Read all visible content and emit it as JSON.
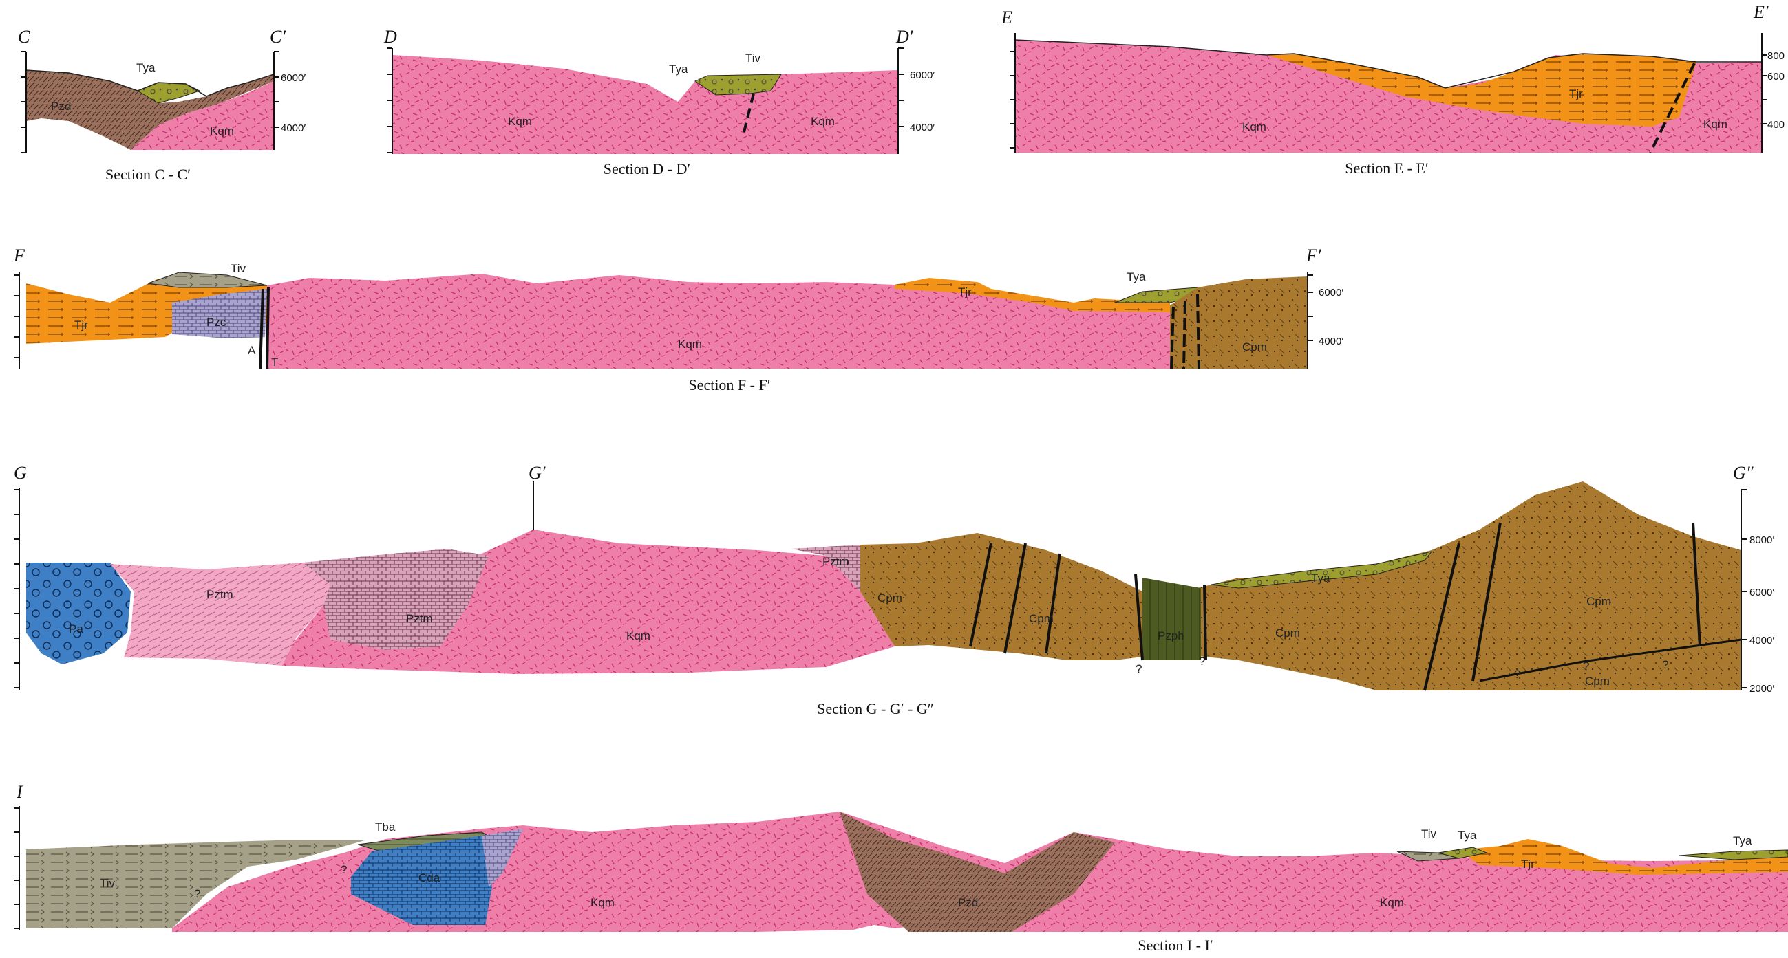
{
  "colors": {
    "Kqm": "#ee7fa9",
    "Pzd": "#9a6f5c",
    "Tya": "#9d9f2e",
    "Tiv": "#a5a088",
    "Tjr": "#f29318",
    "Cpm": "#a8792e",
    "Pzc1": "#a9a3cf",
    "Pztm": "#f2a8c4",
    "Pa": "#3f7fc5",
    "Cda": "#3f7fc5",
    "Pzph": "#4d5a22",
    "Tba": "#7d8a5c"
  },
  "sectionC": {
    "left_end": "C",
    "right_end": "C′",
    "caption": "Section C - C′",
    "elev_upper": "6000′",
    "elev_lower": "4000′",
    "units": {
      "Tya": "Tya",
      "Pzd": "Pzd",
      "Kqm": "Kqm"
    }
  },
  "sectionD": {
    "left_end": "D",
    "right_end": "D′",
    "caption": "Section D - D′",
    "elev_upper": "6000′",
    "elev_lower": "4000′",
    "units": {
      "Tya": "Tya",
      "Tiv": "Tiv",
      "Kqm_left": "Kqm",
      "Kqm_right": "Kqm"
    }
  },
  "sectionE": {
    "left_end": "E",
    "right_end": "E′",
    "caption": "Section E - E′",
    "elev_top": "800",
    "elev_upper": "600",
    "elev_lower": "400",
    "units": {
      "Kqm_left": "Kqm",
      "Tjr": "Tjr",
      "Kqm_right": "Kqm"
    }
  },
  "sectionF": {
    "left_end": "F",
    "right_end": "F′",
    "caption": "Section F - F′",
    "elev_upper": "6000′",
    "elev_lower": "4000′",
    "units": {
      "Tiv": "Tiv",
      "Tjr_left": "Tjr",
      "Pzc1": "Pzc₁",
      "fault_A": "A",
      "fault_T": "T",
      "Kqm": "Kqm",
      "Tjr_right": "Tjr",
      "Tya": "Tya",
      "Cpm": "Cpm"
    }
  },
  "sectionG": {
    "left_end": "G",
    "mid_end": "G′",
    "right_end": "G″",
    "caption": "Section G - G′ - G″",
    "elev_8000": "8000′",
    "elev_6000": "6000′",
    "elev_4000": "4000′",
    "elev_2000": "2000′",
    "units": {
      "Pa": "Pa",
      "Pztm_1": "Pztm",
      "Pztm_2": "Pztm",
      "Pztm_3": "Pztm",
      "Kqm": "Kqm",
      "Cpm_1": "Cpm",
      "Cpm_2": "Cpm",
      "Cpm_3": "Cpm",
      "Pzph": "Pzph",
      "Tya": "Tya",
      "Cpm_4": "Cpm",
      "Cpm_5": "Cpm",
      "q1": "?",
      "q2": "?",
      "q3": "?",
      "q4": "?",
      "q5": "?"
    }
  },
  "sectionI": {
    "left_end": "I",
    "caption": "Section I - I′",
    "units": {
      "Tiv_left": "Tiv",
      "Tba": "Tba",
      "Cda": "Cda",
      "Kqm_1": "Kqm",
      "Pzd": "Pzd",
      "Kqm_2": "Kqm",
      "Tiv_right": "Tiv",
      "Tya_1": "Tya",
      "Tjr": "Tjr",
      "Tya_2": "Tya",
      "q1": "?",
      "q2": "?"
    }
  }
}
